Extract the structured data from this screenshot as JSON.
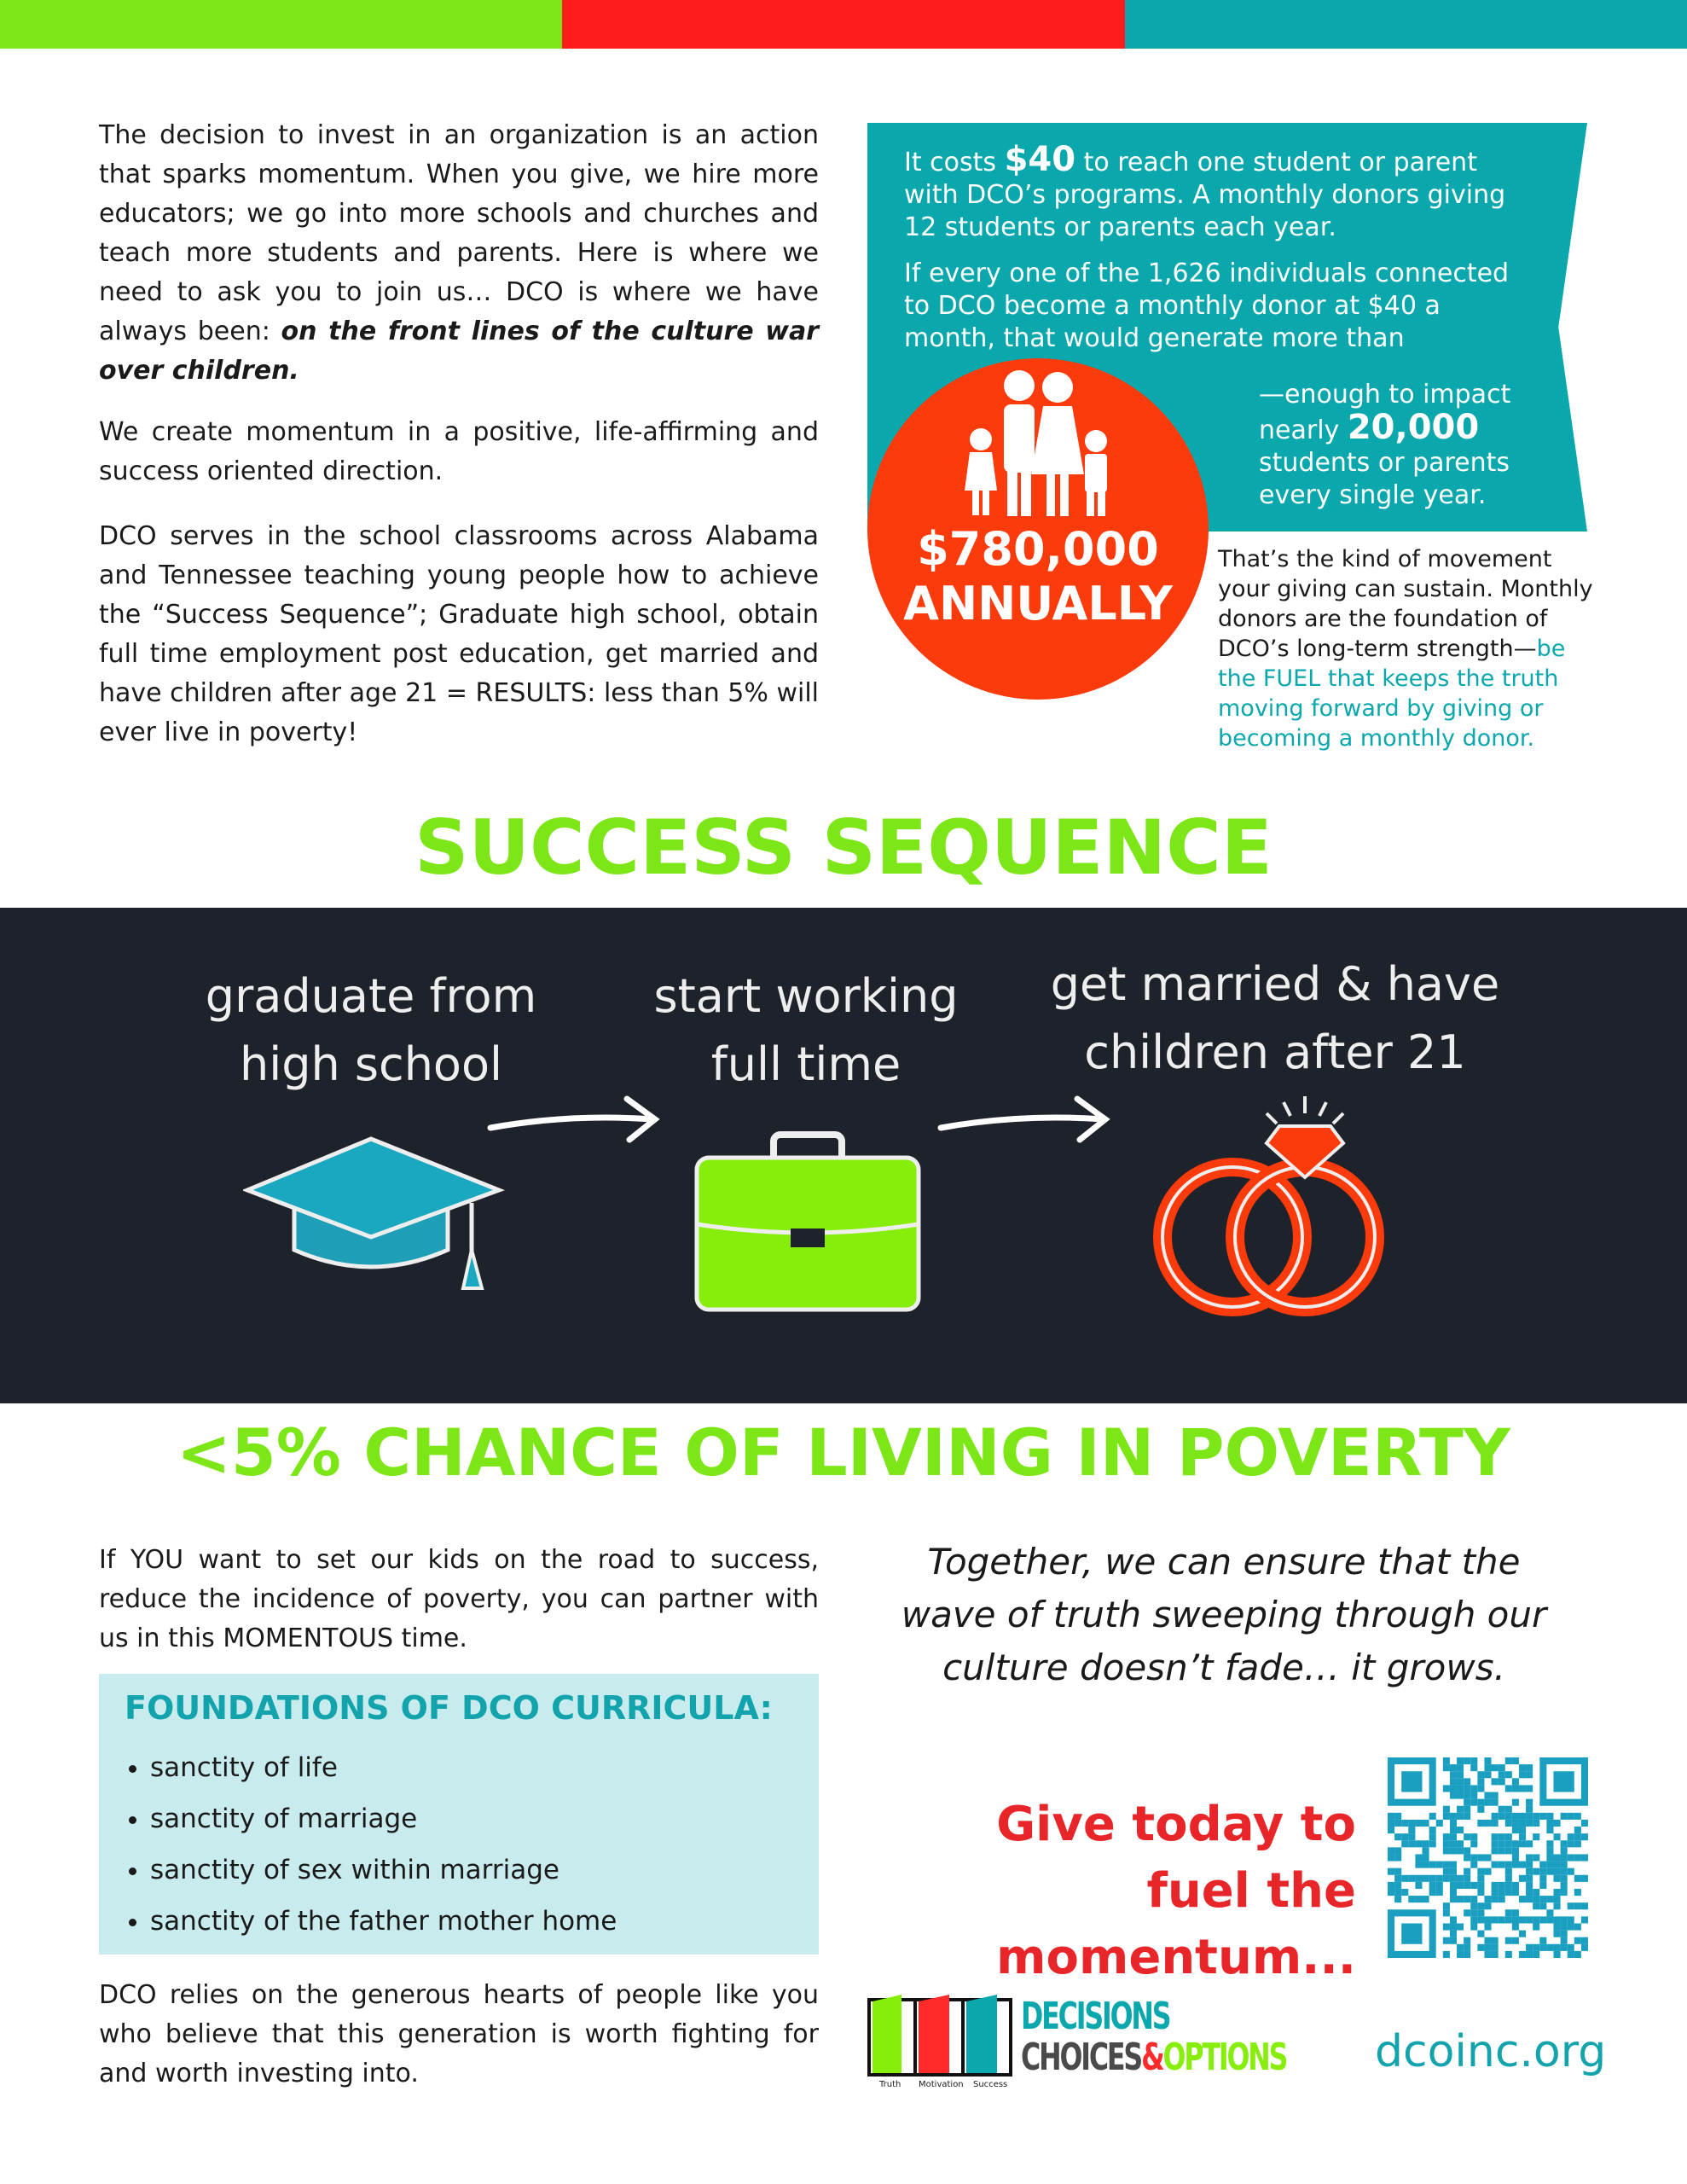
{
  "colors": {
    "green": "#7ce617",
    "red": "#ff1c1c",
    "teal": "#0aa7ad",
    "orange": "#fb3b0c",
    "dark": "#1e222b"
  },
  "intro": {
    "p1": "The decision to invest in an organization is an action that sparks momentum.  When you give, we hire more educators; we go into more schools and churches and teach more students and parents. Here is where we need to ask you to join us… DCO is where we have always been: ",
    "p1_emphasis": "on the front lines of the culture war over children.",
    "p2": "We create momentum in a positive, life-affirming and success oriented direction.",
    "p3": "DCO serves in the school classrooms across Alabama and Tennessee teaching young people how to achieve the “Success Sequence”; Graduate high school, obtain full time employment post education, get married and have children after age 21 = RESULTS: less than 5% will ever live in poverty!"
  },
  "banner": {
    "l1a": "It costs ",
    "l1b": "$40",
    "l1c": " to reach one student or parent with DCO’s programs. A monthly donors giving 12 students or parents each year.",
    "l2": "If every one of the 1,626 individuals connected to DCO become a monthly donor at $40 a month, that would generate more than",
    "l3a": "—enough to impact nearly ",
    "l3b": "20,000",
    "l3c": " students or parents every single year."
  },
  "circle": {
    "amount": "$780,000",
    "period": "ANNUALLY",
    "icon": "family-icon"
  },
  "sidenote": {
    "text": "That’s the kind of movement your giving can sustain. Monthly donors are the foundation of DCO’s long-term strength—",
    "highlight": "be the FUEL that keeps the truth moving forward by giving or becoming a monthly donor."
  },
  "sequence": {
    "title": "SUCCESS SEQUENCE",
    "steps": [
      {
        "label": "graduate from high school",
        "icon": "graduation-cap-icon"
      },
      {
        "label": "start working full time",
        "icon": "briefcase-icon"
      },
      {
        "label": "get married & have children after 21",
        "icon": "wedding-rings-icon"
      }
    ],
    "result": "<5% CHANCE OF LIVING IN POVERTY"
  },
  "bottom": {
    "p1": "If YOU want to set our kids on the road to success, reduce the incidence of poverty, you can partner with us in this MOMENTOUS time.",
    "foundations_title": "FOUNDATIONS OF DCO CURRICULA:",
    "foundations": [
      "sanctity of life",
      "sanctity of marriage",
      "sanctity of sex within marriage",
      "sanctity of the father mother home"
    ],
    "p2": "DCO relies on the generous hearts of people like you who believe that this generation is worth fighting for and worth investing into.",
    "quote": "Together, we can ensure that the wave of truth sweeping through our culture doesn’t fade… it grows.",
    "cta": "Give today to fuel the momentum...",
    "logo": {
      "line1": "DECISIONS",
      "line2a": "CHOICES",
      "line2b": "&",
      "line2c": "OPTIONS",
      "doors": [
        "Truth",
        "Motivation",
        "Success"
      ]
    },
    "url": "dcoinc.org"
  }
}
